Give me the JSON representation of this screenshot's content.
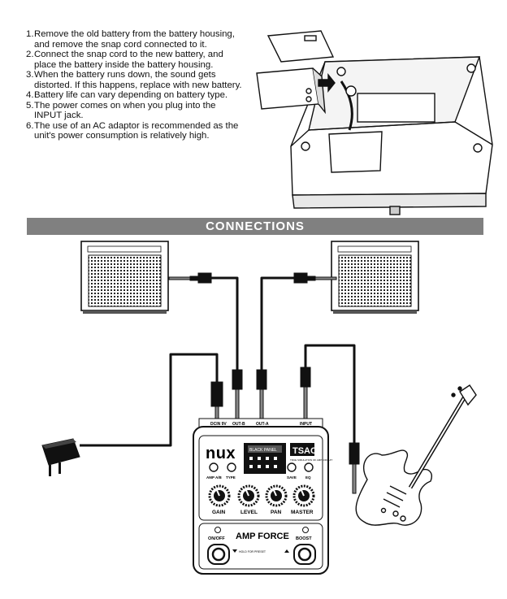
{
  "steps": [
    {
      "num": "1.",
      "text": "Remove the old battery from the battery housing, and remove the snap cord connected to it."
    },
    {
      "num": "2.",
      "text": "Connect the snap cord to the new battery, and place the battery inside the battery housing."
    },
    {
      "num": "3.",
      "text": "When the battery runs down, the sound gets distorted. If this happens, replace with new battery."
    },
    {
      "num": "4.",
      "text": "Battery life can vary depending on battery type."
    },
    {
      "num": "5.",
      "text": "The power comes on when you plug into the INPUT jack."
    },
    {
      "num": "6.",
      "text": "The use of an AC adaptor is recommended as the unit's power consumption is relatively high."
    }
  ],
  "section_title": "CONNECTIONS",
  "pedal": {
    "brand": "nux",
    "model_badge": "TSAC",
    "badge_sub": "TRUE SIMULATION OF AMP CIRCUIT",
    "name": "AMP FORCE",
    "jacks": {
      "dc": "DCIN 9V",
      "outb": "OUT-B",
      "outa": "OUT-A",
      "input": "INPUT"
    },
    "small_knobs": {
      "left": "AMP A/B",
      "right": "TYPE",
      "save": "SAVE",
      "eq": "EQ"
    },
    "knobs": [
      "GAIN",
      "LEVEL",
      "PAN",
      "MASTER"
    ],
    "switches": {
      "left": "ON/OFF",
      "right": "BOOST"
    },
    "hold_text": "HOLD FOR PRESET",
    "screen_text": "BLACK PANEL"
  }
}
